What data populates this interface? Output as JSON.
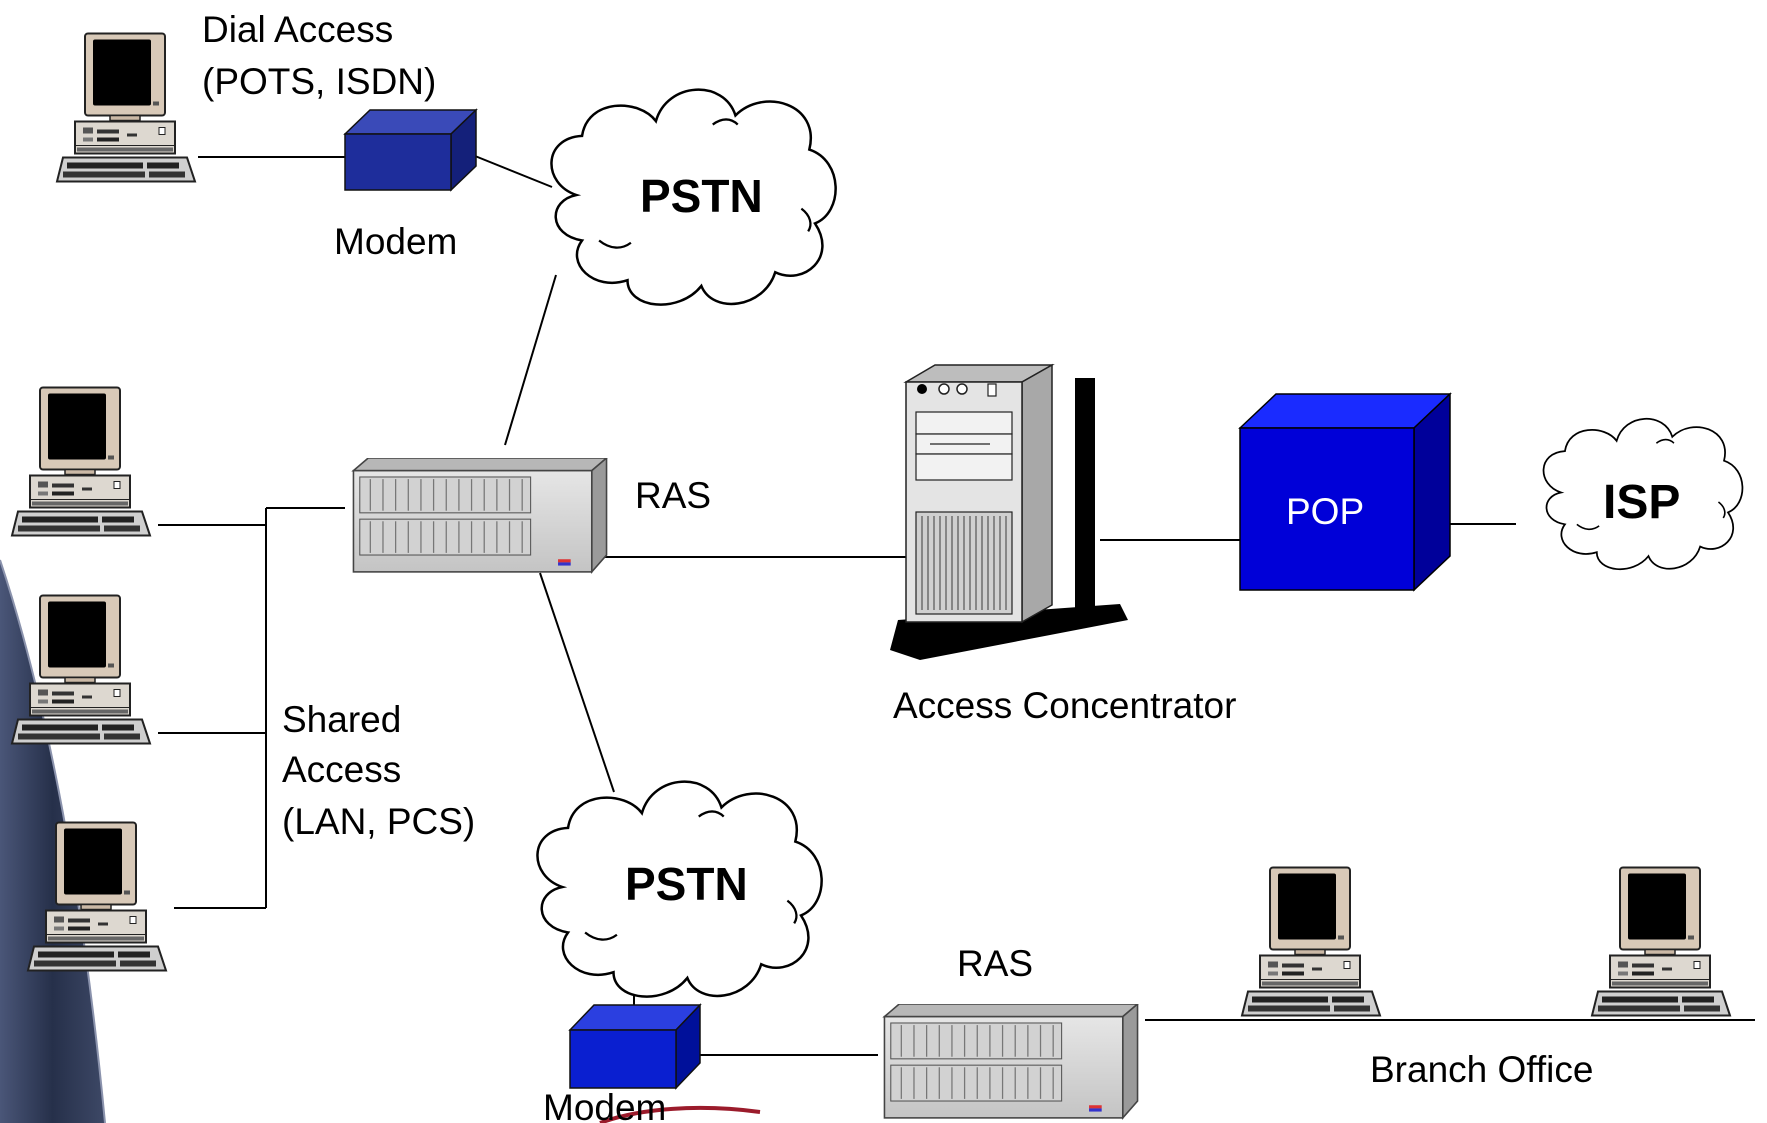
{
  "labels": {
    "dial_access_line1": "Dial Access",
    "dial_access_line2": "(POTS, ISDN)",
    "modem_top": "Modem",
    "pstn_top": "PSTN",
    "ras_main": "RAS",
    "access_concentrator": "Access Concentrator",
    "pop": "POP",
    "isp": "ISP",
    "shared_access_line1": "Shared",
    "shared_access_line2": "Access",
    "shared_access_line3": "(LAN, PCS)",
    "pstn_bottom": "PSTN",
    "modem_bottom": "Modem",
    "ras_branch": "RAS",
    "branch_office": "Branch Office"
  },
  "colors": {
    "modem_blue": "#1e2d9b",
    "pop_blue": "#0000d8",
    "line": "#000000",
    "slide_band": "#2f3a52"
  },
  "icons": [
    "desktop-computer-icon",
    "modem-icon",
    "cloud-icon",
    "rack-server-icon",
    "tower-server-icon",
    "pop-box-icon"
  ]
}
